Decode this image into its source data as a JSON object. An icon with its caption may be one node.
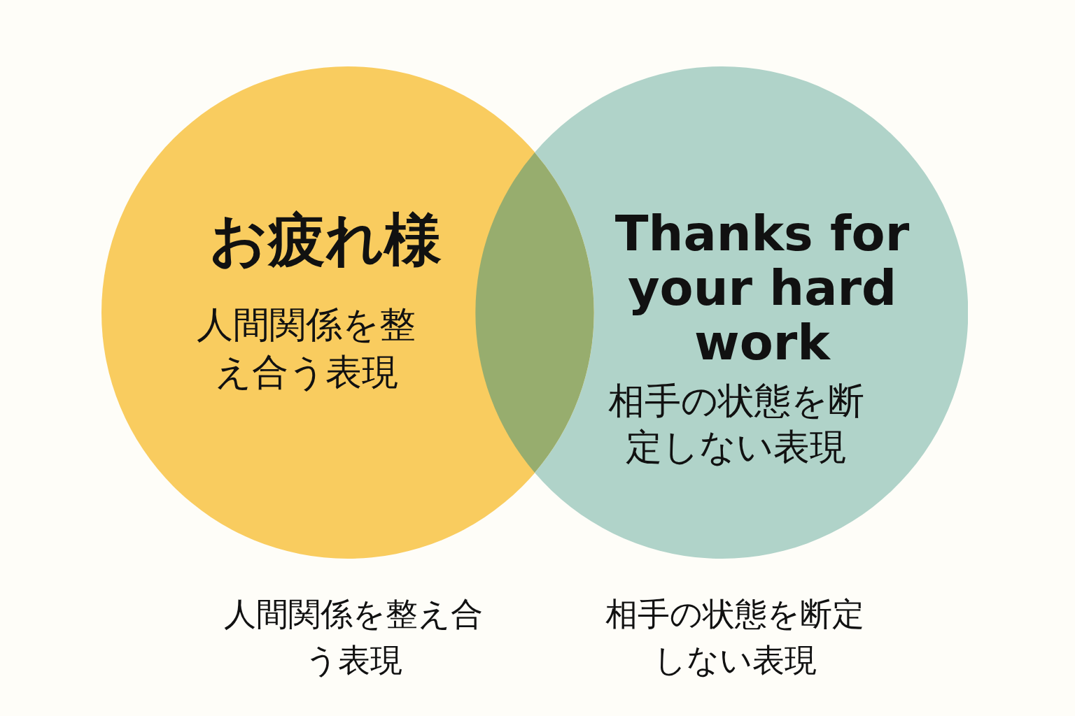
{
  "diagram": {
    "nodes": [
      {
        "text": [
          "お疲れ様",
          "人間関係を整え合う表現"
        ]
      },
      {
        "text": [
          "Thanks for your hard work",
          "相手の状態を断定しない表現"
        ]
      }
    ],
    "labels": [
      "人間関係を整え合う表現",
      "相手の状態を断定しない表現"
    ]
  }
}
